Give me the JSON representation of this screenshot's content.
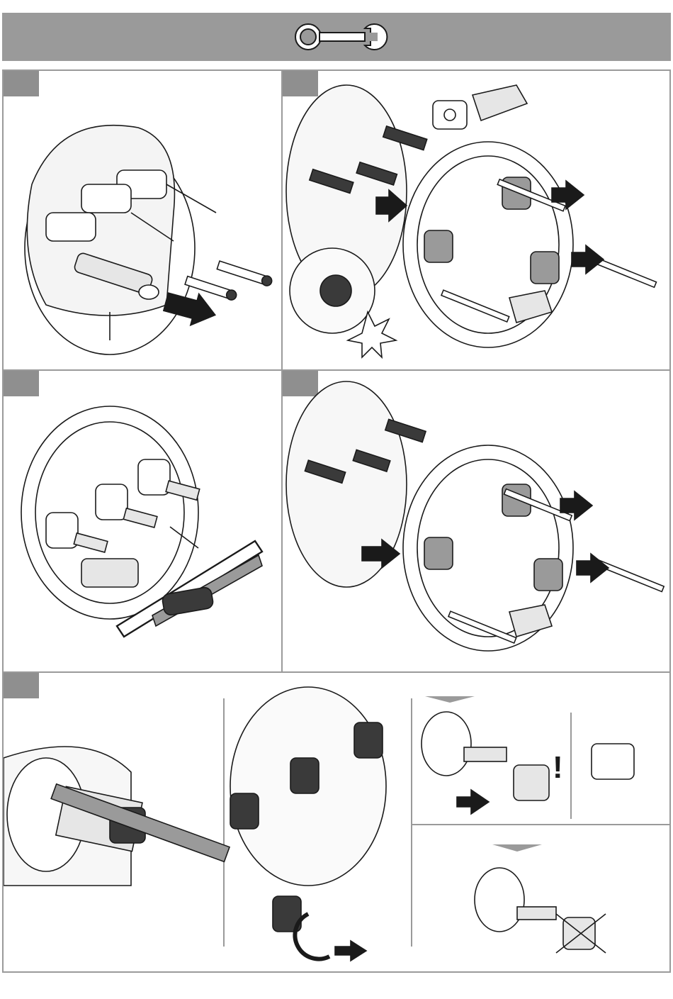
{
  "header": {
    "icon": "wrench-icon",
    "bar_color": "#9a9a9a"
  },
  "steps": [
    {
      "label": "",
      "icon": "mounting-bolts-illustration"
    },
    {
      "label": "",
      "icon": "valve-plate-assembly-illustration"
    },
    {
      "label": "",
      "icon": "saw-cut-spindles-illustration"
    },
    {
      "label": "",
      "icon": "remove-plate-illustration"
    },
    {
      "label": "",
      "icon": "measure-and-fit-sleeves-illustration"
    }
  ],
  "notice_mark": "!",
  "colors": {
    "line": "#1a1a1a",
    "grey_fill": "#9a9a9a",
    "dark_fill": "#3a3a3a",
    "light_fill": "#e6e6e6"
  }
}
